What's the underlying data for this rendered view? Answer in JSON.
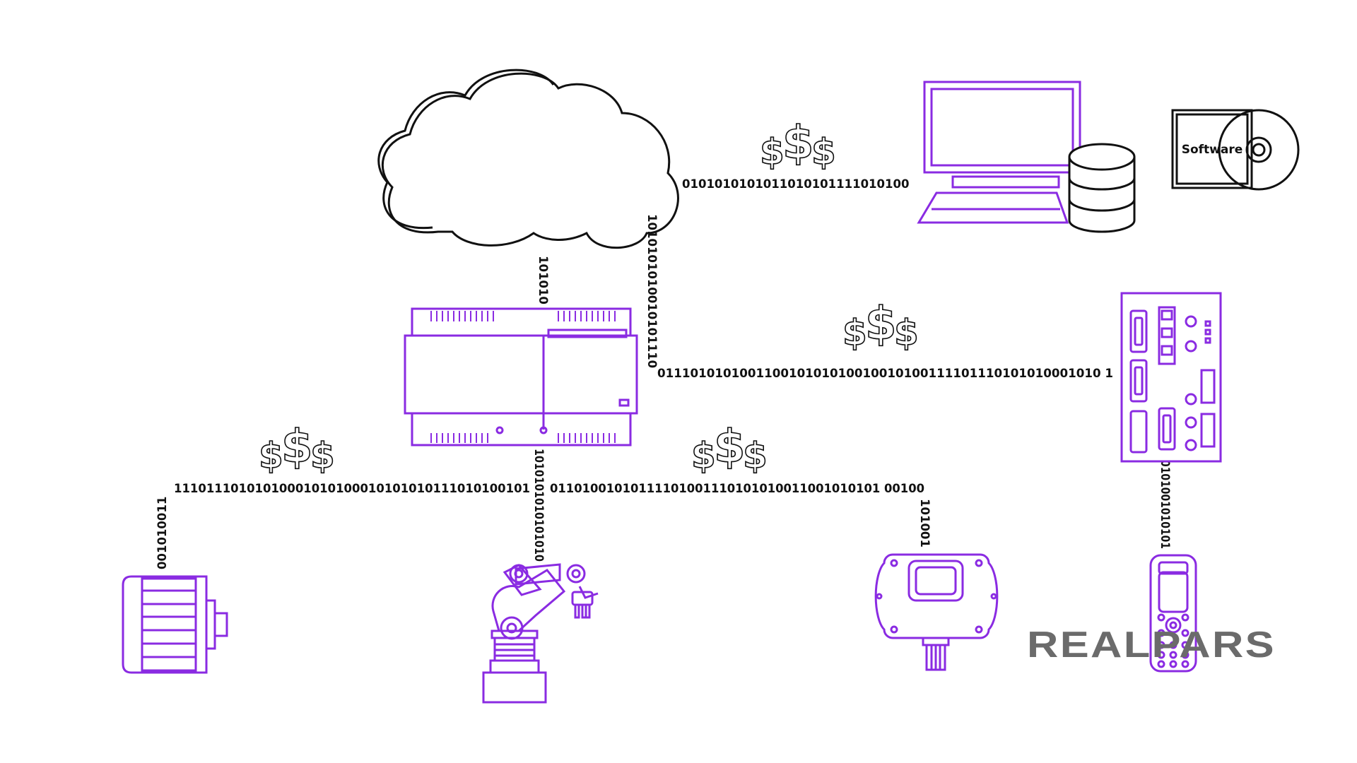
{
  "labels": {
    "bits_cloud_gateway": "101010",
    "bits_cloud_plc": "1010101010010101110",
    "bits_cloud_computer": "0101010101011010101111010100",
    "bits_gateway_plc": "011101010100110010101010010010100111101110101010001010 1",
    "bits_left_bus": "11101110101010001010100010101010111010100101",
    "bits_right_bus": "01101001010111101001110101010011001010101 00100",
    "bits_gateway_down": "1010101010101010",
    "bits_motor": "001010011",
    "bits_sensor": "101001",
    "bits_plc_handheld": "0101001010101"
  },
  "software_label": "Software",
  "currency_symbol": "$",
  "logo_text": "REALPARS",
  "colors": {
    "device": "#8a2be2",
    "line": "#111111",
    "logo": "#6b6b6b"
  },
  "icons": [
    "cloud-icon",
    "computer-icon",
    "database-icon",
    "software-box-icon",
    "cd-icon",
    "gateway-icon",
    "plc-icon",
    "motor-icon",
    "robot-arm-icon",
    "sensor-icon",
    "handheld-icon"
  ]
}
